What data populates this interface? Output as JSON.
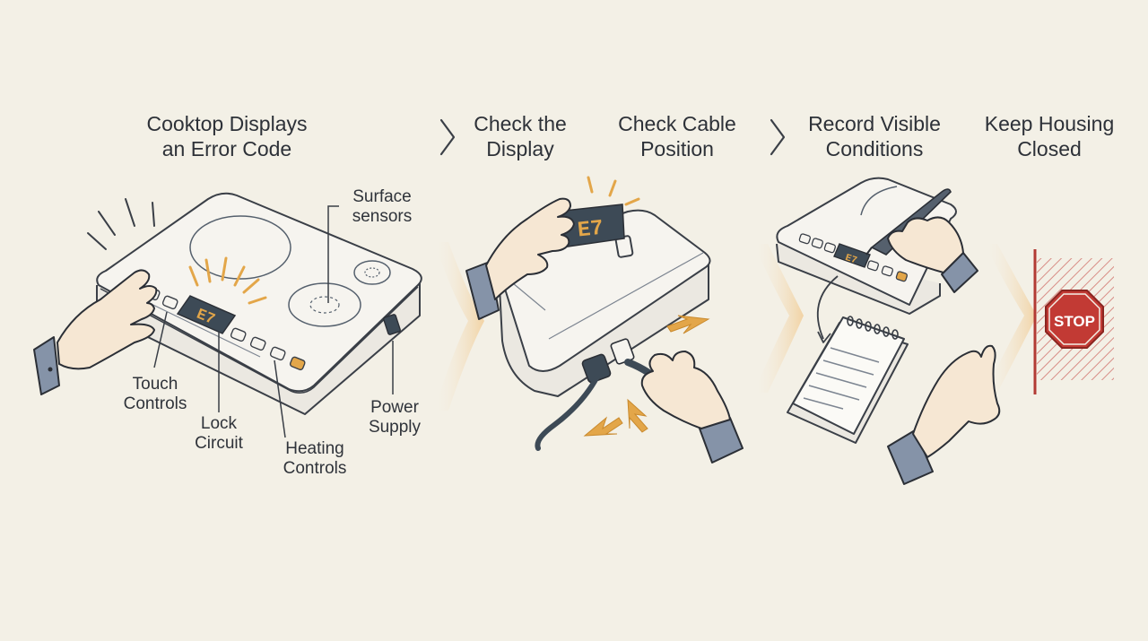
{
  "steps": [
    {
      "line1": "Cooktop Displays",
      "line2": "an Error Code"
    },
    {
      "line1": "Check the",
      "line2": "Display"
    },
    {
      "line1": "Check Cable",
      "line2": "Position"
    },
    {
      "line1": "Record Visible",
      "line2": "Conditions"
    },
    {
      "line1": "Keep Housing",
      "line2": "Closed"
    }
  ],
  "callouts": {
    "surface_sensors": {
      "line1": "Surface",
      "line2": "sensors"
    },
    "touch_controls": {
      "line1": "Touch",
      "line2": "Controls"
    },
    "lock_circuit": {
      "line1": "Lock",
      "line2": "Circuit"
    },
    "heating_controls": {
      "line1": "Heating",
      "line2": "Controls"
    },
    "power_supply": {
      "line1": "Power",
      "line2": "Supply"
    }
  },
  "display": {
    "error_code": "E7"
  },
  "sign": {
    "text": "STOP"
  },
  "icons": {
    "step_separator": "chevron-right-icon",
    "panel_separator": "arrow-chevron-icon",
    "stop": "stop-sign-icon",
    "notepad": "notepad-icon",
    "pen": "pen-icon",
    "hand": "hand-icon",
    "plug": "power-plug-icon"
  },
  "colors": {
    "background": "#f3f0e6",
    "ink": "#2b2f36",
    "accent_orange": "#e3a649",
    "display_bg": "#3d4a56",
    "stop_red": "#c23a34",
    "sleeve_blue": "#8593a8",
    "skin": "#f6e7d3"
  }
}
